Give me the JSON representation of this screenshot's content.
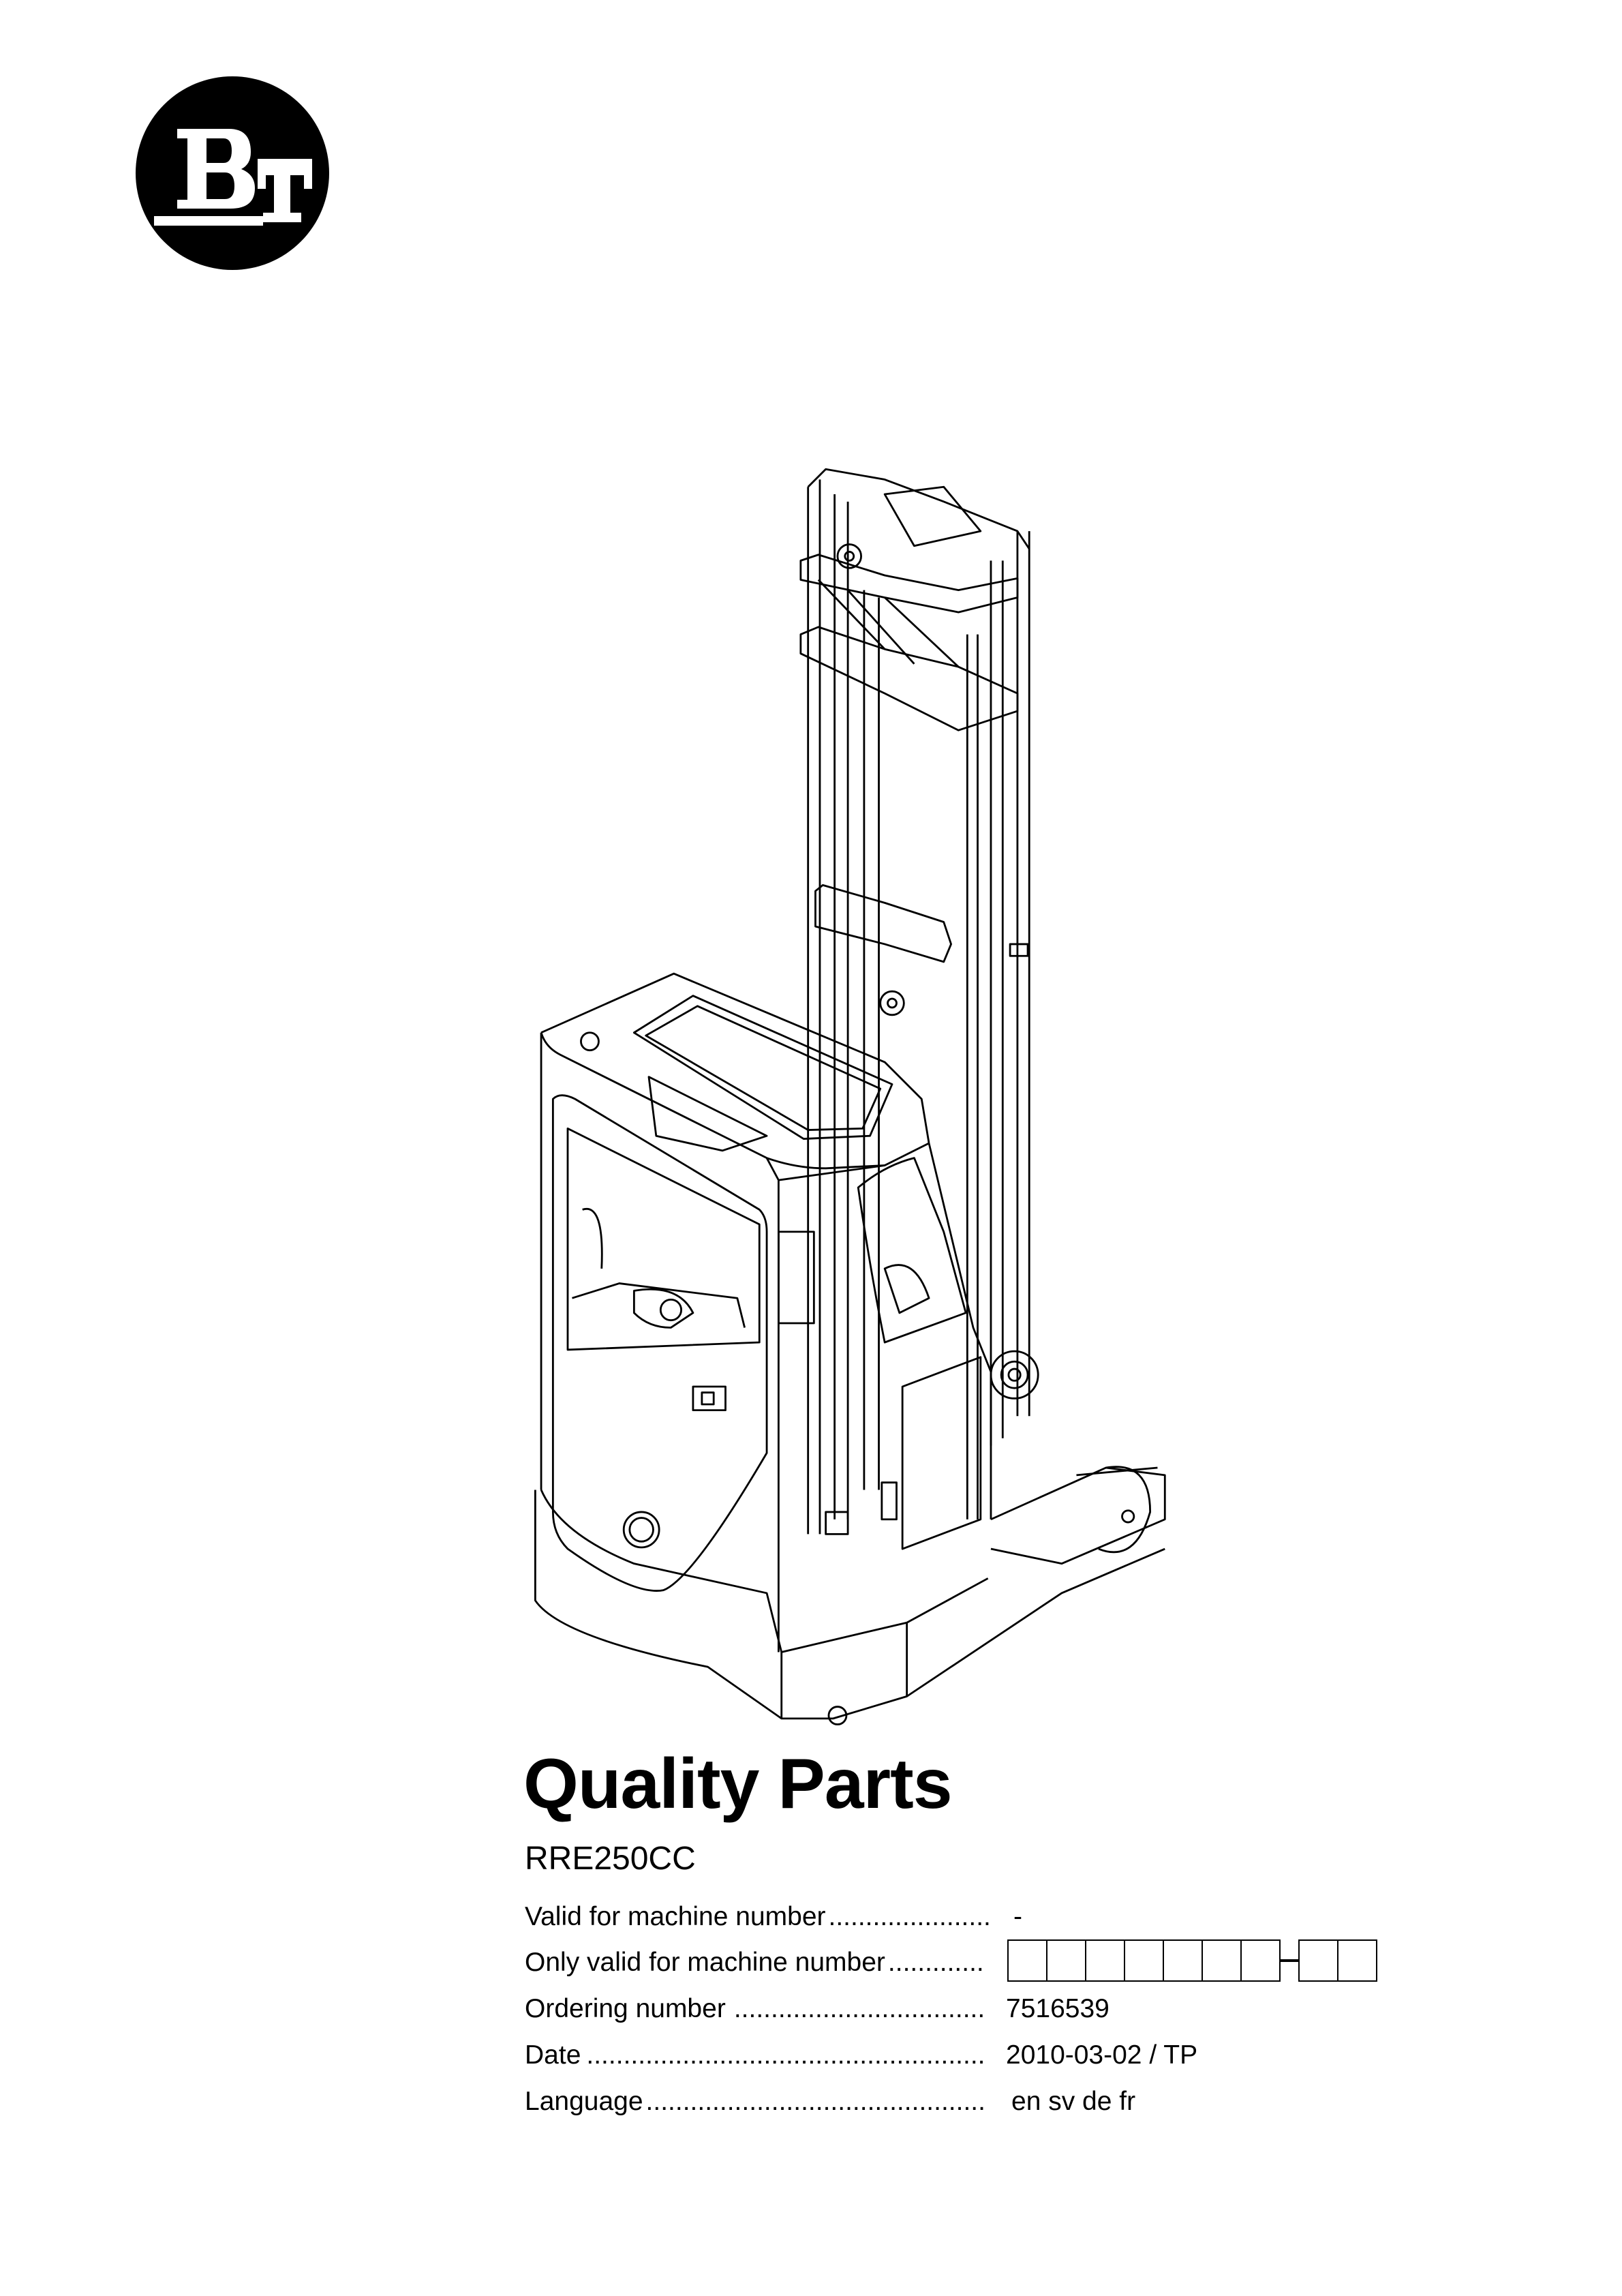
{
  "logo": {
    "text": "BT",
    "icon": "bt-logo"
  },
  "title": "Quality Parts",
  "model": "RRE250CC",
  "illustration": {
    "icon": "reach-truck-line-drawing"
  },
  "fields": [
    {
      "label": "Valid for machine number",
      "value": "-"
    },
    {
      "label": "Only valid for machine number",
      "value": ""
    },
    {
      "label": "Ordering number",
      "value": "7516539"
    },
    {
      "label": "Date",
      "value": "2010-03-02 / TP"
    },
    {
      "label": "Language",
      "value": "en sv de fr"
    }
  ],
  "dot_leader": "......................................................................................................",
  "machine_number_boxes": {
    "left_count": 7,
    "right_count": 2
  }
}
